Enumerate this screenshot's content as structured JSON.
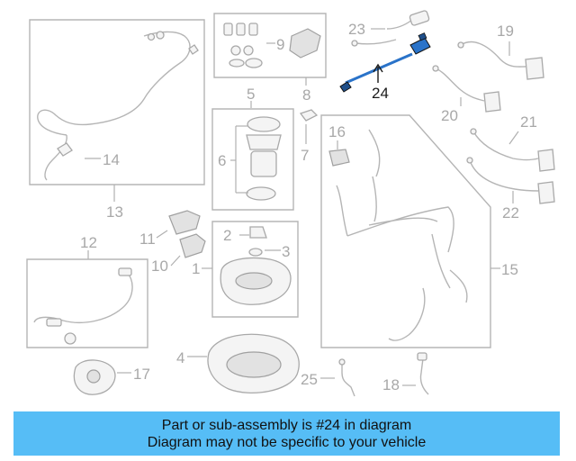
{
  "diagram": {
    "callouts": {
      "c1": "1",
      "c2": "2",
      "c3": "3",
      "c4": "4",
      "c5": "5",
      "c6": "6",
      "c7": "7",
      "c8": "8",
      "c9": "9",
      "c10": "10",
      "c11": "11",
      "c12": "12",
      "c13": "13",
      "c14": "14",
      "c15": "15",
      "c16": "16",
      "c17": "17",
      "c18": "18",
      "c19": "19",
      "c20": "20",
      "c21": "21",
      "c22": "22",
      "c23": "23",
      "c24": "24",
      "c25": "25"
    },
    "highlighted_part": "24"
  },
  "banner": {
    "line1": "Part or sub-assembly is #24 in diagram",
    "line2": "Diagram may not be specific to your vehicle"
  },
  "colors": {
    "banner_bg": "#56bdf6",
    "diagram_lines": "#b5b5b5",
    "highlight": "#2a73c9"
  }
}
